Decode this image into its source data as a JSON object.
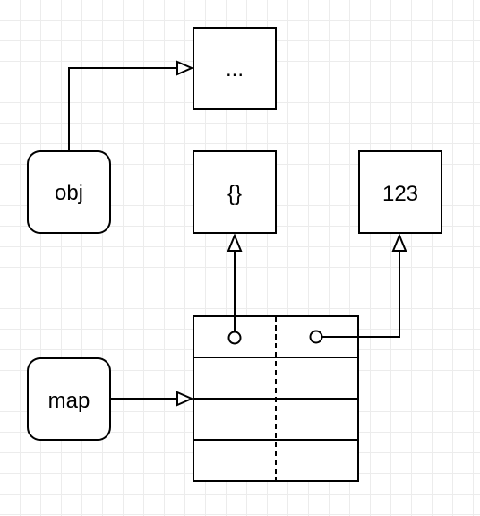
{
  "nodes": {
    "obj": {
      "label": "obj"
    },
    "map": {
      "label": "map"
    },
    "ellipsis_box": {
      "label": "..."
    },
    "empty_object_box": {
      "label": "{}"
    },
    "number_box": {
      "label": "123"
    }
  },
  "colors": {
    "stroke": "#000000",
    "background": "#ffffff",
    "grid": "#ececec"
  }
}
